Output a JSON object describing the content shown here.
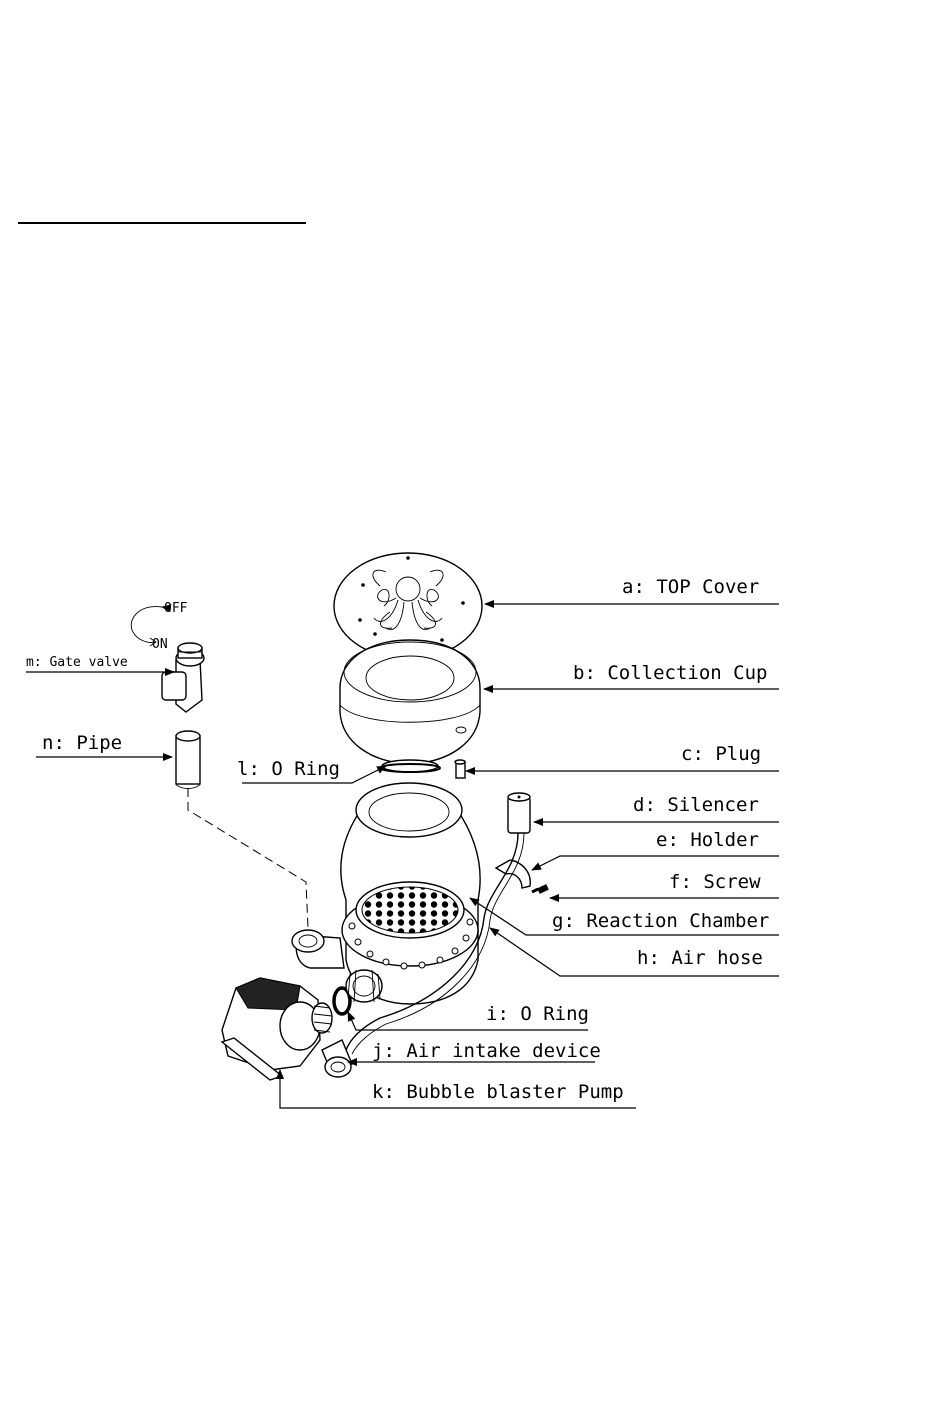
{
  "labels": {
    "a": "a: TOP Cover",
    "b": "b: Collection Cup",
    "c": "c: Plug",
    "d": "d: Silencer",
    "e": "e: Holder",
    "f": "f: Screw",
    "g": "g: Reaction Chamber",
    "h": "h: Air hose",
    "i": "i: O Ring",
    "j": "j: Air intake device",
    "k": "k: Bubble blaster Pump",
    "l": "l: O Ring",
    "m": "m: Gate valve",
    "n": "n: Pipe"
  },
  "valve_states": {
    "off": "OFF",
    "on": "ON"
  }
}
